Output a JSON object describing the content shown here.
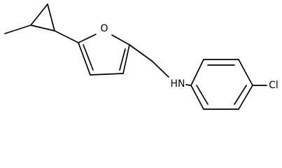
{
  "molecule": {
    "atoms": {
      "oxygen": "O",
      "amine": "HN",
      "chlorine": "Cl"
    }
  }
}
